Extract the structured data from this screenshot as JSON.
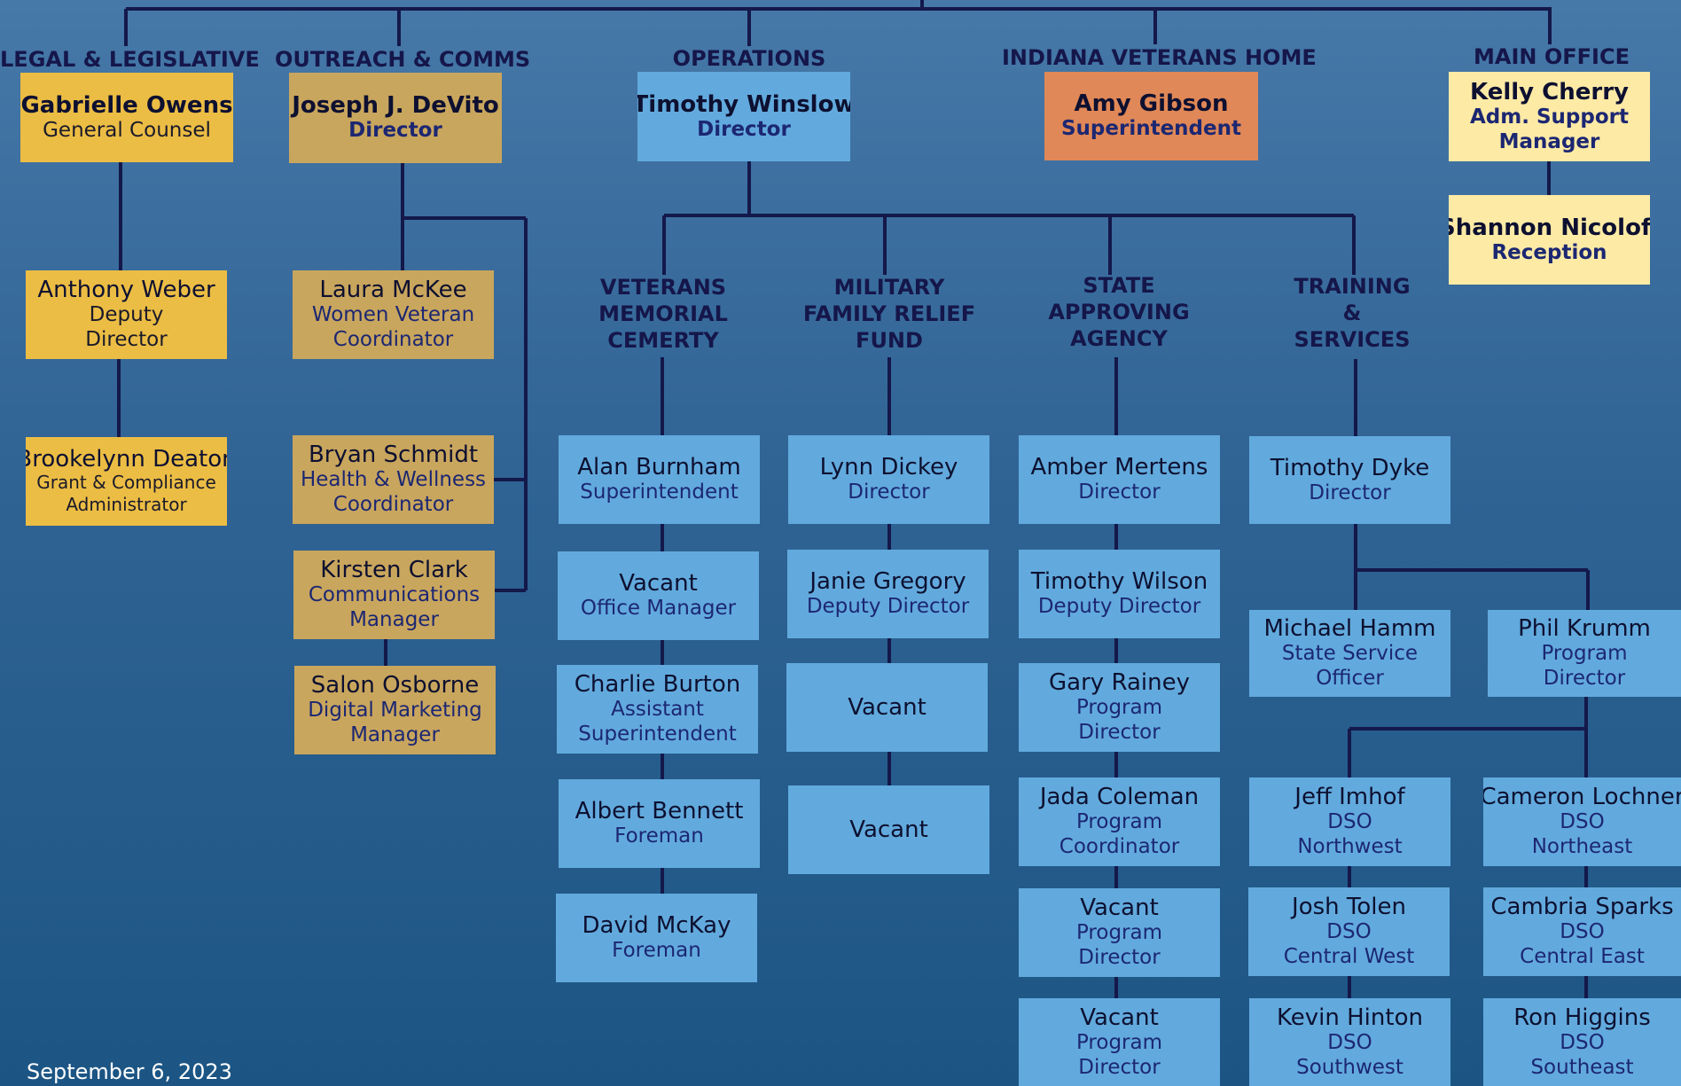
{
  "headings": {
    "legal": "LEGAL & LEGISLATIVE",
    "outreach": "OUTREACH & COMMS",
    "operations": "OPERATIONS",
    "vets_home": "INDIANA VETERANS HOME",
    "main_office": "MAIN OFFICE",
    "cemetery": [
      "VETERANS",
      "MEMORIAL",
      "CEMERTY"
    ],
    "mfrf": [
      "MILITARY",
      "FAMILY RELIEF",
      "FUND"
    ],
    "saa": [
      "STATE",
      "APPROVING",
      "AGENCY"
    ],
    "training": [
      "TRAINING",
      "&",
      "SERVICES"
    ]
  },
  "legal": {
    "owens": {
      "name": "Gabrielle Owens",
      "role": [
        "General Counsel"
      ]
    },
    "weber": {
      "name": "Anthony Weber",
      "role": [
        "Deputy",
        "Director"
      ]
    },
    "deaton": {
      "name": "Brookelynn Deaton",
      "role": [
        "Grant & Compliance",
        "Administrator"
      ]
    }
  },
  "outreach": {
    "devito": {
      "name": "Joseph J. DeVito",
      "role": [
        "Director"
      ]
    },
    "mckee": {
      "name": "Laura McKee",
      "role": [
        "Women Veteran",
        "Coordinator"
      ]
    },
    "schmidt": {
      "name": "Bryan Schmidt",
      "role": [
        "Health & Wellness",
        "Coordinator"
      ]
    },
    "clark": {
      "name": "Kirsten Clark",
      "role": [
        "Communications",
        "Manager"
      ]
    },
    "osborne": {
      "name": "Salon Osborne",
      "role": [
        "Digital Marketing",
        "Manager"
      ]
    }
  },
  "operations": {
    "winslow": {
      "name": "Timothy Winslow",
      "role": [
        "Director"
      ]
    }
  },
  "vets_home": {
    "gibson": {
      "name": "Amy Gibson",
      "role": [
        "Superintendent"
      ]
    }
  },
  "main_office": {
    "cherry": {
      "name": "Kelly Cherry",
      "role": [
        "Adm. Support",
        "Manager"
      ]
    },
    "nicoloff": {
      "name": "Shannon Nicoloff",
      "role": [
        "Reception"
      ]
    }
  },
  "cemetery": {
    "burnham": {
      "name": "Alan Burnham",
      "role": [
        "Superintendent"
      ]
    },
    "vacant1": {
      "name": "Vacant",
      "role": [
        "Office Manager"
      ]
    },
    "burton": {
      "name": "Charlie Burton",
      "role": [
        "Assistant",
        "Superintendent"
      ]
    },
    "bennett": {
      "name": "Albert Bennett",
      "role": [
        "Foreman"
      ]
    },
    "mckay": {
      "name": "David McKay",
      "role": [
        "Foreman"
      ]
    }
  },
  "mfrf": {
    "dickey": {
      "name": "Lynn Dickey",
      "role": [
        "Director"
      ]
    },
    "gregory": {
      "name": "Janie Gregory",
      "role": [
        "Deputy Director"
      ]
    },
    "vacant1": {
      "name": "Vacant",
      "role": []
    },
    "vacant2": {
      "name": "Vacant",
      "role": []
    }
  },
  "saa": {
    "mertens": {
      "name": "Amber Mertens",
      "role": [
        "Director"
      ]
    },
    "wilson": {
      "name": "Timothy Wilson",
      "role": [
        "Deputy Director"
      ]
    },
    "rainey": {
      "name": "Gary Rainey",
      "role": [
        "Program",
        "Director"
      ]
    },
    "coleman": {
      "name": "Jada Coleman",
      "role": [
        "Program",
        "Coordinator"
      ]
    },
    "vacant1": {
      "name": "Vacant",
      "role": [
        "Program",
        "Director"
      ]
    },
    "vacant2": {
      "name": "Vacant",
      "role": [
        "Program",
        "Director"
      ]
    }
  },
  "training": {
    "dyke": {
      "name": "Timothy Dyke",
      "role": [
        "Director"
      ]
    },
    "hamm": {
      "name": "Michael Hamm",
      "role": [
        "State Service",
        "Officer"
      ]
    },
    "krumm": {
      "name": "Phil Krumm",
      "role": [
        "Program",
        "Director"
      ]
    },
    "imhof": {
      "name": "Jeff Imhof",
      "role": [
        "DSO",
        "Northwest"
      ]
    },
    "lochner": {
      "name": "Cameron Lochner",
      "role": [
        "DSO",
        "Northeast"
      ]
    },
    "tolen": {
      "name": "Josh Tolen",
      "role": [
        "DSO",
        "Central West"
      ]
    },
    "sparks": {
      "name": "Cambria Sparks",
      "role": [
        "DSO",
        "Central East"
      ]
    },
    "hinton": {
      "name": "Kevin Hinton",
      "role": [
        "DSO",
        "Southwest"
      ]
    },
    "higgins": {
      "name": "Ron Higgins",
      "role": [
        "DSO",
        "Southeast"
      ]
    }
  },
  "date": "September 6, 2023",
  "colors": {
    "line": "#14184a",
    "legal_box": "#ecbd44",
    "outreach_box": "#c9a65d",
    "operations_box": "#62aadd",
    "vets_home_box": "#e08857",
    "main_office_box": "#fdeaa5"
  }
}
